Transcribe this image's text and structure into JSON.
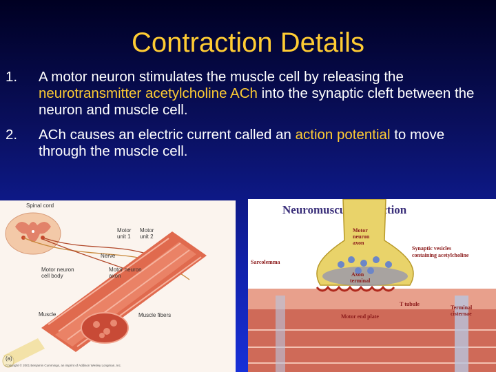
{
  "slide": {
    "title": "Contraction Details",
    "items": [
      {
        "number": "1.",
        "text_before": "A motor neuron stimulates the muscle cell by releasing the ",
        "highlight": "neurotransmitter acetylcholine ACh",
        "text_after": " into the synaptic cleft between the neuron and muscle cell."
      },
      {
        "number": "2.",
        "text_before": "ACh causes an electric current called an ",
        "highlight": "action potential",
        "text_after": " to move through the muscle cell."
      }
    ]
  },
  "figure_left": {
    "labels": {
      "spinal_cord": "Spinal cord",
      "motor_unit_1": "Motor\nunit 1",
      "motor_unit_2": "Motor\nunit 2",
      "nerve": "Nerve",
      "motor_neuron_cell_body": "Motor neuron\ncell body",
      "motor_neuron_axon": "Motor neuron\naxon",
      "muscle": "Muscle",
      "muscle_fibers": "Muscle fibers",
      "panel": "(a)",
      "copyright": "Copyright © 2001 Benjamin Cummings, an imprint of Addison Wesley Longman, Inc."
    }
  },
  "figure_right": {
    "title": "Neuromuscular Junction",
    "labels": {
      "motor_neuron_axon": "Motor\nneuron\naxon",
      "synaptic_vesicles": "Synaptic vesicles",
      "containing": "containing",
      "acetylcholine": "acetylcholine",
      "sarcolemma": "Sarcolemma",
      "axon_terminal": "Axon\nterminal",
      "t_tubule": "T tubule",
      "terminal_cisternae": "Terminal\ncisternae",
      "motor_end_plate": "Motor end plate"
    }
  },
  "colors": {
    "title": "#ffcc33",
    "highlight": "#ffcc33",
    "body_text": "#ffffff",
    "background_top": "#000022",
    "background_bottom": "#1830d8"
  }
}
